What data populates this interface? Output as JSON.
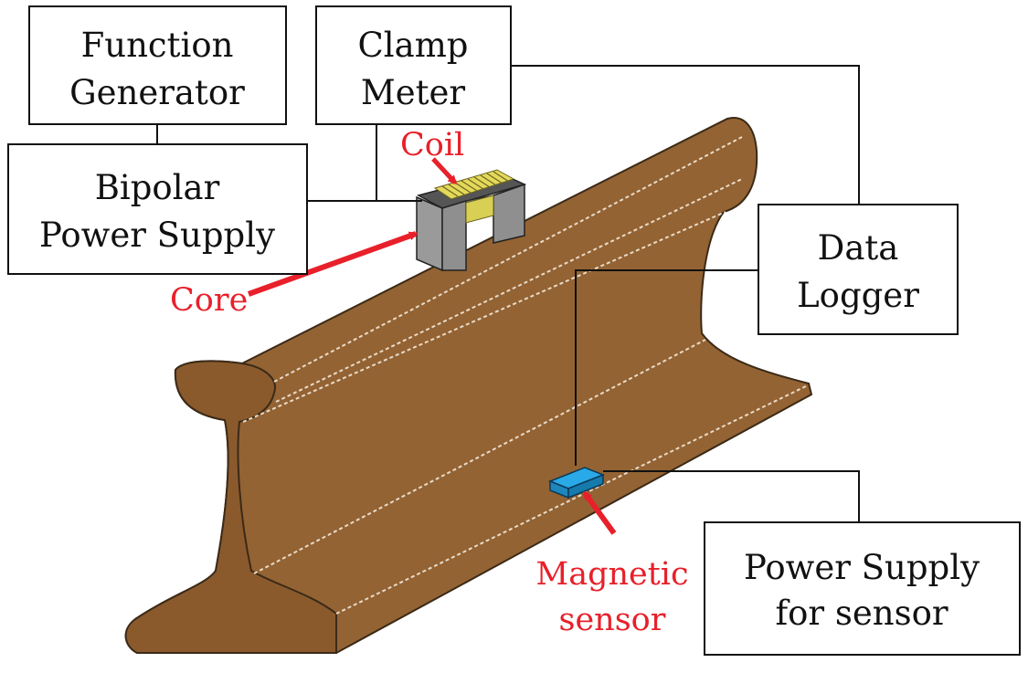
{
  "boxes": {
    "function_generator": {
      "line1": "Function",
      "line2": "Generator"
    },
    "clamp_meter": {
      "line1": "Clamp",
      "line2": "Meter"
    },
    "bipolar_power_supply": {
      "line1": "Bipolar",
      "line2": "Power Supply"
    },
    "data_logger": {
      "line1": "Data",
      "line2": "Logger"
    },
    "sensor_power_supply": {
      "line1": "Power Supply",
      "line2": "for sensor"
    }
  },
  "labels": {
    "coil": "Coil",
    "core": "Core",
    "sensor_line1": "Magnetic",
    "sensor_line2": "sensor"
  },
  "colors": {
    "rail_fill": "#946333",
    "rail_stroke": "#3b2a17",
    "label_red": "#e8202a",
    "core_gray": "#8f8f8f",
    "coil_yellow": "#e4d95a",
    "sensor_blue": "#2aa9e8"
  }
}
